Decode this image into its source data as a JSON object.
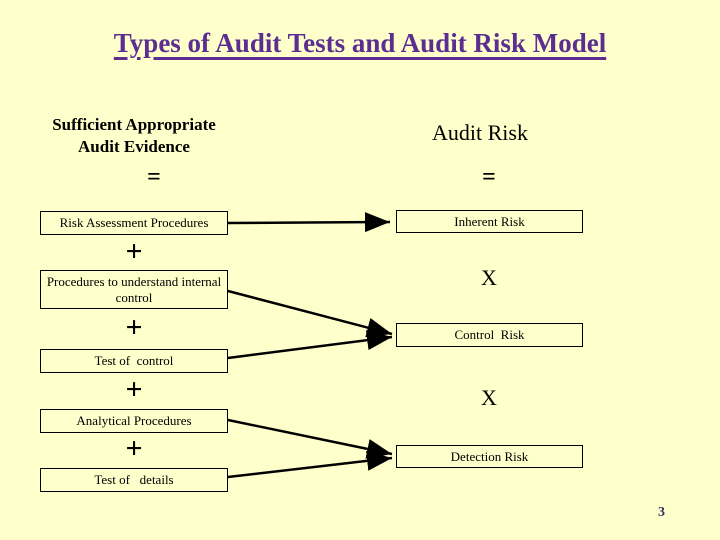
{
  "slide": {
    "title": "Types of Audit Tests and Audit Risk Model",
    "page_number": "3"
  },
  "colors": {
    "background": "#FFFFCC",
    "title": "#5C2E91",
    "box_border": "#000000",
    "text": "#000000",
    "page_number": "#333366"
  },
  "left_column": {
    "header_line1": "Sufficient Appropriate",
    "header_line2": "Audit Evidence",
    "equals": "=",
    "plus": "+",
    "boxes": [
      "Risk Assessment Procedures",
      "Procedures to understand internal control",
      "Test of  control",
      "Analytical Procedures",
      "Test of   details"
    ]
  },
  "right_column": {
    "header": "Audit Risk",
    "equals": "=",
    "times": "X",
    "boxes": [
      "Inherent Risk",
      "Control  Risk",
      "Detection Risk"
    ]
  }
}
